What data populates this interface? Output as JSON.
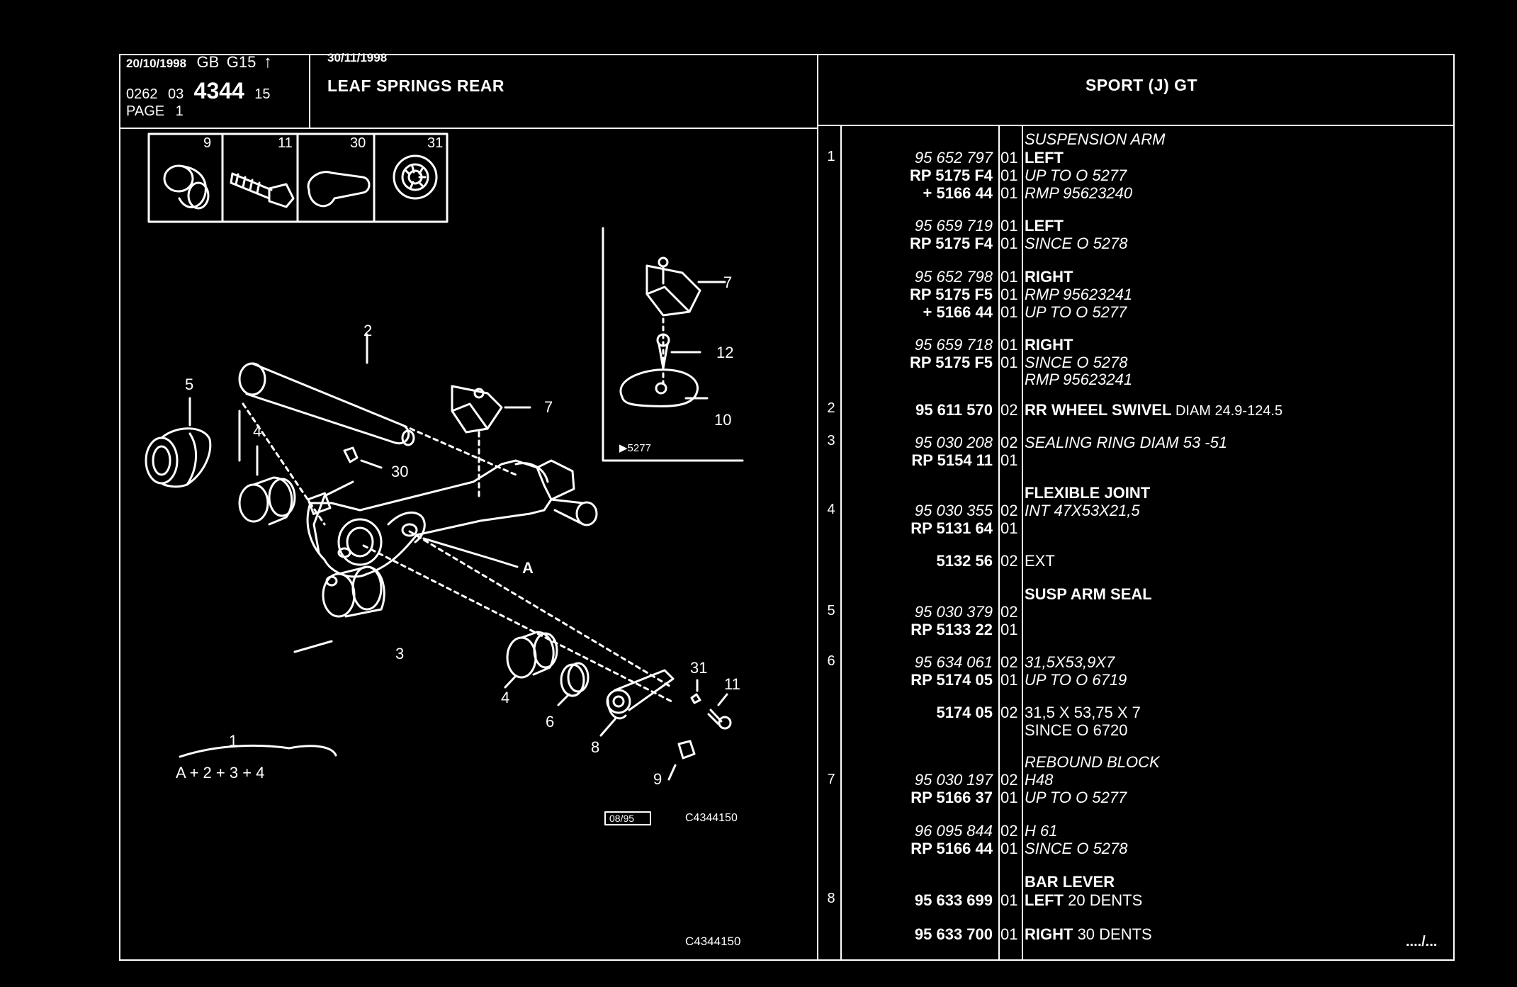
{
  "header": {
    "date1": "20/10/1998",
    "country": "GB",
    "group": "G15",
    "arrow": "↑",
    "code_a": "0262",
    "code_b": "03",
    "code_main": "4344",
    "code_c": "15",
    "page": "PAGE",
    "page_no": "1",
    "date2": "30/11/1998",
    "title": "LEAF SPRINGS REAR",
    "model": "SPORT (J) GT"
  },
  "diagram": {
    "thumb_labels": [
      "9",
      "11",
      "30",
      "31"
    ],
    "callouts": [
      "1",
      "2",
      "3",
      "4",
      "4",
      "5",
      "6",
      "7",
      "8",
      "9",
      "11",
      "30",
      "31",
      "A"
    ],
    "formula": "A + 2 + 3 + 4",
    "inset_callouts": [
      "7",
      "12",
      "10"
    ],
    "inset_note": "▶5277",
    "date_box": "08/95",
    "ref_code": "C4344150",
    "bottom_code": "C4344150"
  },
  "parts": [
    {
      "num": "1",
      "lines": [
        {
          "ref": "",
          "qty": "",
          "desc": "SUSPENSION ARM",
          "style": "i"
        },
        {
          "ref": "95 652 797",
          "rstyle": "i",
          "qty": "01",
          "desc": "LEFT",
          "style": "b"
        },
        {
          "ref": "RP  5175 F4",
          "rstyle": "b",
          "qty": "01",
          "desc": "UP  TO  O  5277",
          "style": "i"
        },
        {
          "ref": "+   5166 44",
          "rstyle": "b",
          "qty": "01",
          "desc": "RMP  95623240",
          "style": "i"
        }
      ]
    },
    {
      "num": "",
      "lines": [
        {
          "ref": "95 659 719",
          "rstyle": "i",
          "qty": "01",
          "desc": "LEFT",
          "style": "b"
        },
        {
          "ref": "RP  5175 F4",
          "rstyle": "b",
          "qty": "01",
          "desc": "SINCE  O  5278",
          "style": "i"
        }
      ]
    },
    {
      "num": "",
      "lines": [
        {
          "ref": "95 652 798",
          "rstyle": "i",
          "qty": "01",
          "desc": "RIGHT",
          "style": "b"
        },
        {
          "ref": "RP  5175 F5",
          "rstyle": "b",
          "qty": "01",
          "desc": "RMP  95623241",
          "style": "i"
        },
        {
          "ref": "+   5166 44",
          "rstyle": "b",
          "qty": "01",
          "desc": "UP  TO  O  5277",
          "style": "i"
        }
      ]
    },
    {
      "num": "",
      "lines": [
        {
          "ref": "95 659 718",
          "rstyle": "i",
          "qty": "01",
          "desc": "RIGHT",
          "style": "b"
        },
        {
          "ref": "RP  5175 F5",
          "rstyle": "b",
          "qty": "01",
          "desc": "SINCE  O  5278",
          "style": "i"
        },
        {
          "ref": "",
          "qty": "",
          "desc": "RMP  95623241",
          "style": "i"
        }
      ]
    },
    {
      "num": "2",
      "lines": [
        {
          "ref": "95 611 570",
          "rstyle": "b",
          "qty": "02",
          "desc": "RR WHEEL SWIVEL",
          "style": "b",
          "extra": " DIAM 24.9-124.5"
        }
      ]
    },
    {
      "num": "3",
      "lines": [
        {
          "ref": "95 030 208",
          "rstyle": "i",
          "qty": "02",
          "desc": "SEALING RING DIAM 53 -51",
          "style": "i"
        },
        {
          "ref": "RP  5154 11",
          "rstyle": "b",
          "qty": "01",
          "desc": "",
          "style": ""
        }
      ]
    },
    {
      "num": "4",
      "lines": [
        {
          "ref": "",
          "qty": "",
          "desc": "FLEXIBLE JOINT",
          "style": "b"
        },
        {
          "ref": "95 030 355",
          "rstyle": "i",
          "qty": "02",
          "desc": "INT 47X53X21,5",
          "style": "i"
        },
        {
          "ref": "RP  5131 64",
          "rstyle": "b",
          "qty": "01",
          "desc": "",
          "style": ""
        }
      ]
    },
    {
      "num": "",
      "lines": [
        {
          "ref": "5132 56",
          "rstyle": "b",
          "qty": "02",
          "desc": "EXT",
          "style": ""
        }
      ]
    },
    {
      "num": "5",
      "lines": [
        {
          "ref": "",
          "qty": "",
          "desc": "SUSP ARM SEAL",
          "style": "b"
        },
        {
          "ref": "95 030 379",
          "rstyle": "i",
          "qty": "02",
          "desc": "",
          "style": ""
        },
        {
          "ref": "RP  5133 22",
          "rstyle": "b",
          "qty": "01",
          "desc": "",
          "style": ""
        }
      ]
    },
    {
      "num": "6",
      "lines": [
        {
          "ref": "95 634 061",
          "rstyle": "i",
          "qty": "02",
          "desc": "31,5X53,9X7",
          "style": "i"
        },
        {
          "ref": "RP  5174 05",
          "rstyle": "b",
          "qty": "01",
          "desc": "UP  TO  O  6719",
          "style": "i"
        }
      ]
    },
    {
      "num": "",
      "lines": [
        {
          "ref": "5174 05",
          "rstyle": "b",
          "qty": "02",
          "desc": "31,5  X  53,75  X  7",
          "style": ""
        },
        {
          "ref": "",
          "qty": "",
          "desc": "SINCE  O  6720",
          "style": ""
        }
      ]
    },
    {
      "num": "7",
      "lines": [
        {
          "ref": "",
          "qty": "",
          "desc": "REBOUND BLOCK",
          "style": "i"
        },
        {
          "ref": "95 030 197",
          "rstyle": "i",
          "qty": "02",
          "desc": "H48",
          "style": "i"
        },
        {
          "ref": "RP  5166 37",
          "rstyle": "b",
          "qty": "01",
          "desc": "UP  TO  O  5277",
          "style": "i"
        }
      ]
    },
    {
      "num": "",
      "lines": [
        {
          "ref": "96 095 844",
          "rstyle": "i",
          "qty": "02",
          "desc": "H 61",
          "style": "i"
        },
        {
          "ref": "RP  5166 44",
          "rstyle": "b",
          "qty": "01",
          "desc": "SINCE  O  5278",
          "style": "i"
        }
      ]
    },
    {
      "num": "8",
      "lines": [
        {
          "ref": "",
          "qty": "",
          "desc": "BAR LEVER",
          "style": "b"
        },
        {
          "ref": "95 633 699",
          "rstyle": "b",
          "qty": "01",
          "desc": "LEFT",
          "style": "b",
          "extra": " 20 DENTS"
        }
      ]
    },
    {
      "num": "",
      "lines": [
        {
          "ref": "95 633 700",
          "rstyle": "b",
          "qty": "01",
          "desc": "RIGHT",
          "style": "b",
          "extra": " 30 DENTS"
        }
      ]
    }
  ],
  "continued": "..../...",
  "colors": {
    "background": "#000000",
    "ink": "#ffffff"
  }
}
